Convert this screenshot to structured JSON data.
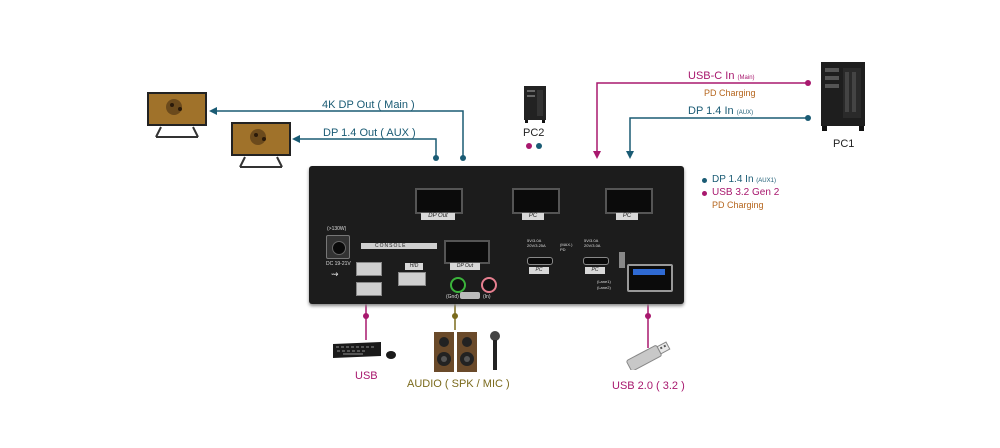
{
  "colors": {
    "magenta": "#a8186e",
    "teal": "#1a5b74",
    "orange": "#b5651d",
    "olive": "#7a6a1c",
    "device": "#1c1c1c"
  },
  "labels": {
    "dp_out_main": "4K DP Out ( Main )",
    "dp_out_aux": "DP 1.4 Out ( AUX )",
    "pc2": "PC2",
    "pc1": "PC1",
    "usbc_in": "USB-C In",
    "usbc_in_sub": "(Main)",
    "pd_charging": "PD Charging",
    "dp14_in": "DP 1.4 In",
    "dp14_in_sub": "(AUX)",
    "legend_dp": "DP 1.4 In",
    "legend_dp_sub": "(AUX1)",
    "legend_usb": "USB 3.2 Gen 2",
    "legend_pd": "PD Charging",
    "usb": "USB",
    "audio": "AUDIO ( SPK / MIC )",
    "usb20": "USB 2.0 ( 3.2 )"
  },
  "panel": {
    "dp_out": "DP Out",
    "pc": "PC",
    "console": "CONSOLE",
    "hid": "HID",
    "power_w": "(>130W)",
    "dc_in": "DC 19-21V",
    "spec_left": "5V/3.0A\n20V/3.25A",
    "spec_max": "(MAX.)\nPD",
    "spec_right": "5V/3.0A\n20V/3.0A",
    "gnd": "(Gnd)",
    "in": "(In)",
    "lane1": "(Lane1)",
    "lane2": "(Lane2)"
  },
  "icons": [
    "monitor-icon",
    "pc-tower-icon",
    "keyboard-icon",
    "mouse-icon",
    "speaker-icon",
    "microphone-icon",
    "usb-stick-icon"
  ]
}
